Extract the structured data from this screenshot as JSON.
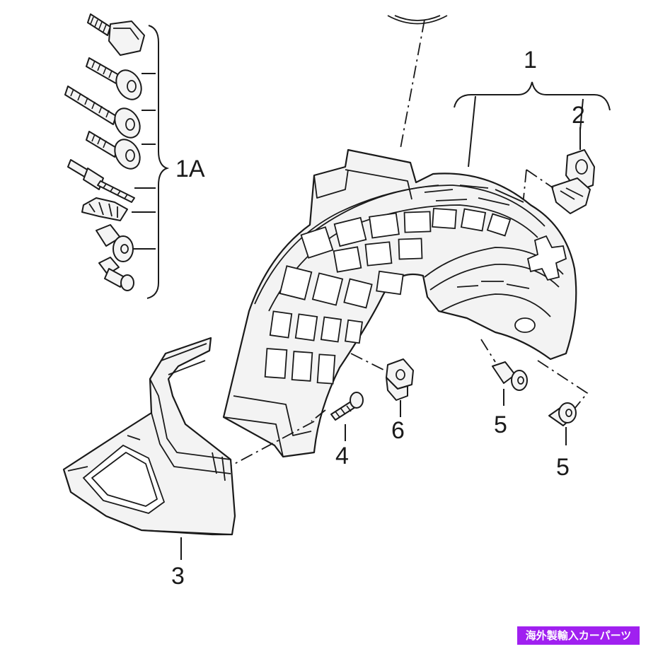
{
  "labels": {
    "part_1": "1",
    "part_1a": "1A",
    "part_2": "2",
    "part_3": "3",
    "part_4": "4",
    "part_5a": "5",
    "part_5b": "5",
    "part_6": "6"
  },
  "watermark": "海外製輸入カーパーツ",
  "colors": {
    "line": "#1a1a1a",
    "fill": "#f3f3f3",
    "watermark_bg": "#a020f0",
    "watermark_text": "#ffffff"
  }
}
